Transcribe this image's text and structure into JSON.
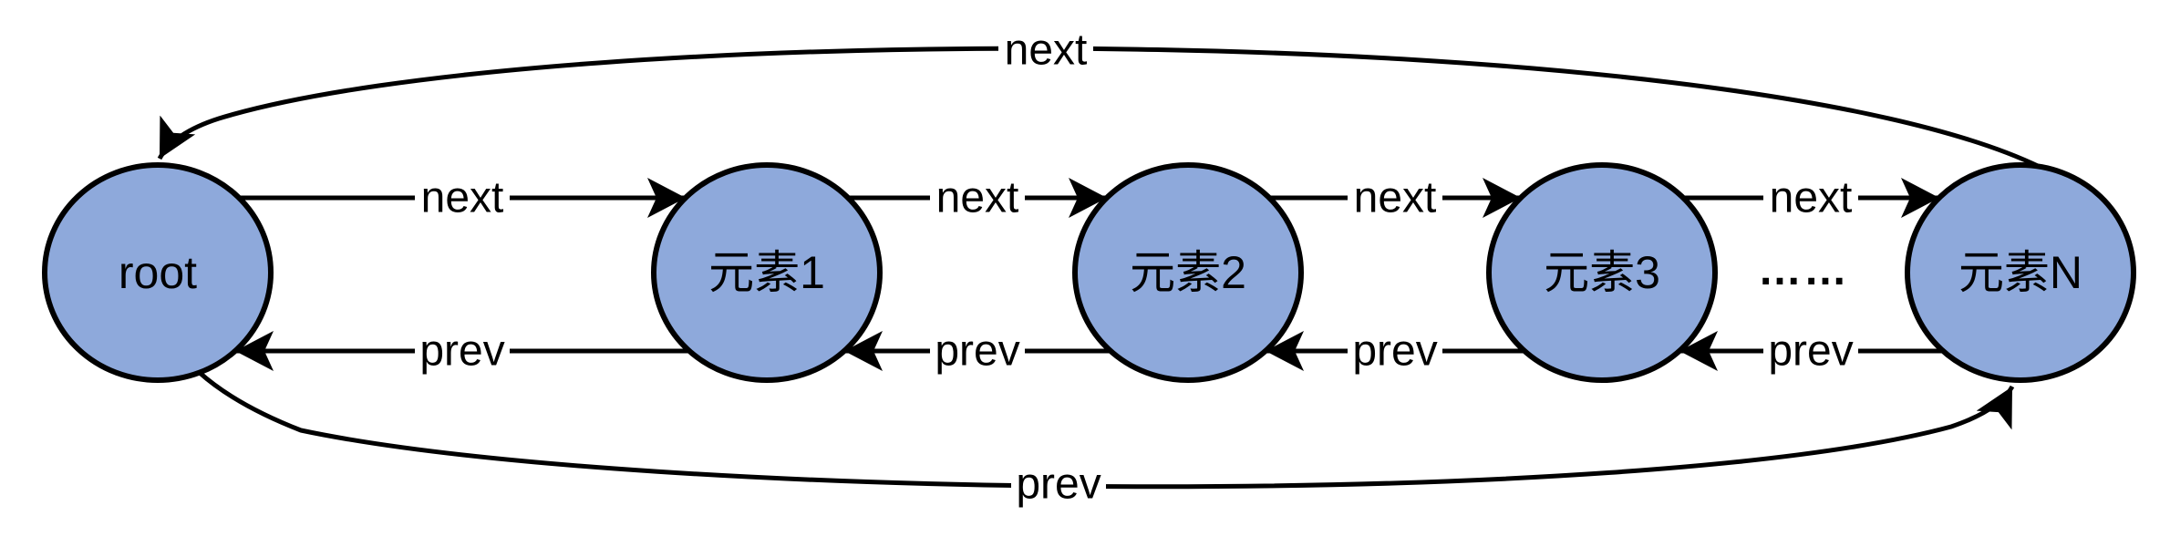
{
  "diagram": {
    "type": "circular-doubly-linked-list",
    "colors": {
      "node_fill": "#8EA9DB",
      "node_border": "#000000",
      "edge_color": "#000000",
      "background": "#FFFFFF"
    },
    "nodes": [
      {
        "id": "root",
        "label": "root"
      },
      {
        "id": "element1",
        "label": "元素1"
      },
      {
        "id": "element2",
        "label": "元素2"
      },
      {
        "id": "element3",
        "label": "元素3"
      },
      {
        "id": "elementN",
        "label": "元素N"
      }
    ],
    "ellipsis": {
      "label": "……"
    },
    "edges": [
      {
        "from": "elementN",
        "to": "root",
        "label": "next"
      },
      {
        "from": "root",
        "to": "element1",
        "label": "next"
      },
      {
        "from": "element1",
        "to": "element2",
        "label": "next"
      },
      {
        "from": "element2",
        "to": "element3",
        "label": "next"
      },
      {
        "from": "element3",
        "to": "elementN",
        "label": "next"
      },
      {
        "from": "element1",
        "to": "root",
        "label": "prev"
      },
      {
        "from": "element2",
        "to": "element1",
        "label": "prev"
      },
      {
        "from": "element3",
        "to": "element2",
        "label": "prev"
      },
      {
        "from": "elementN",
        "to": "element3",
        "label": "prev"
      },
      {
        "from": "root",
        "to": "elementN",
        "label": "prev"
      }
    ]
  }
}
